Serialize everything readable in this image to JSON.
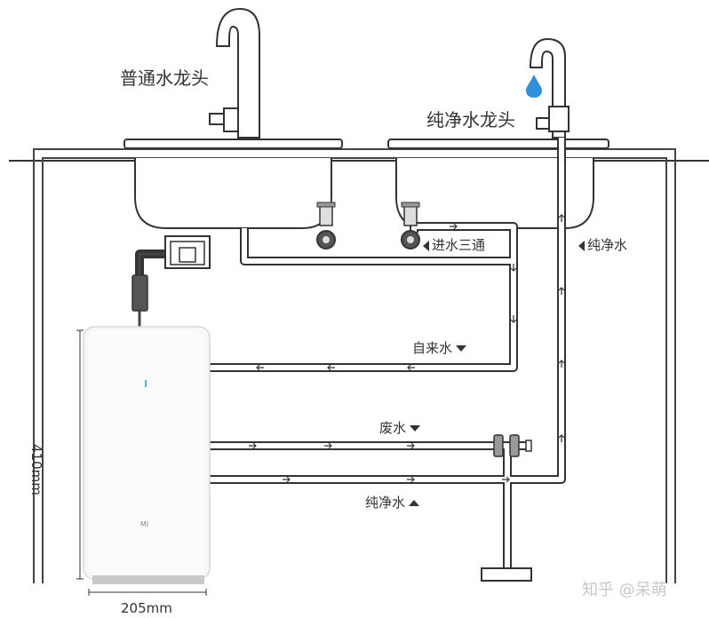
{
  "labels": {
    "normal_faucet": "普通水龙头",
    "pure_faucet": "纯净水龙头",
    "inlet_tee": "进水三通",
    "pure_water_right": "纯净水",
    "tap_water": "自来水",
    "waste_water": "废水",
    "pure_water_bottom": "纯净水",
    "height_dim": "410mm",
    "width_dim": "205mm",
    "brand_mark": "MI"
  },
  "watermark": "知乎 @呆萌",
  "colors": {
    "outline": "#333333",
    "pipe_fill": "#ffffff",
    "water_drop": "#2f8fd8",
    "indicator_led": "#38b6ff",
    "cabinet_line": "#444444",
    "valve_gray": "#9a9a9a"
  }
}
